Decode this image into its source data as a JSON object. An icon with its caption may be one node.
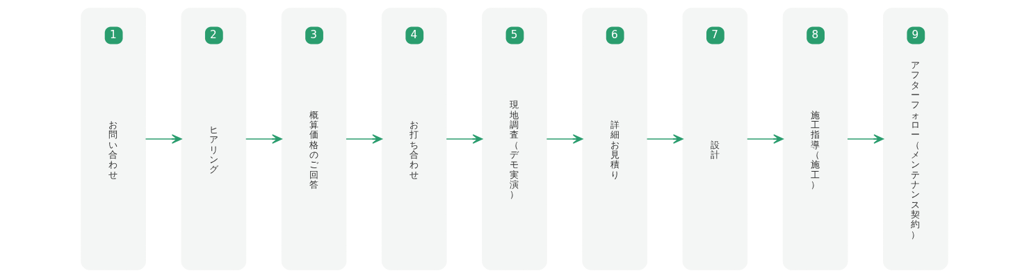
{
  "diagram": {
    "nodes": [
      {
        "text": [
          "1",
          "お問い合わせ"
        ]
      },
      {
        "text": [
          "2",
          "ヒアリング"
        ]
      },
      {
        "text": [
          "3",
          "概算価格のご回答"
        ]
      },
      {
        "text": [
          "4",
          "お打ち合わせ"
        ]
      },
      {
        "text": [
          "5",
          "現地調査（デモ実演）"
        ]
      },
      {
        "text": [
          "6",
          "詳細お見積り"
        ]
      },
      {
        "text": [
          "7",
          "設計"
        ]
      },
      {
        "text": [
          "8",
          "施工指導（施工）"
        ]
      },
      {
        "text": [
          "9",
          "アフターフォロー（メンテナンス契約）"
        ]
      }
    ],
    "edges": [
      {
        "from": 0,
        "to": 1,
        "arrow": "to"
      },
      {
        "from": 1,
        "to": 2,
        "arrow": "to"
      },
      {
        "from": 2,
        "to": 3,
        "arrow": "to"
      },
      {
        "from": 3,
        "to": 4,
        "arrow": "to"
      },
      {
        "from": 4,
        "to": 5,
        "arrow": "to"
      },
      {
        "from": 5,
        "to": 6,
        "arrow": "to"
      },
      {
        "from": 6,
        "to": 7,
        "arrow": "to"
      },
      {
        "from": 7,
        "to": 8,
        "arrow": "to"
      }
    ]
  }
}
